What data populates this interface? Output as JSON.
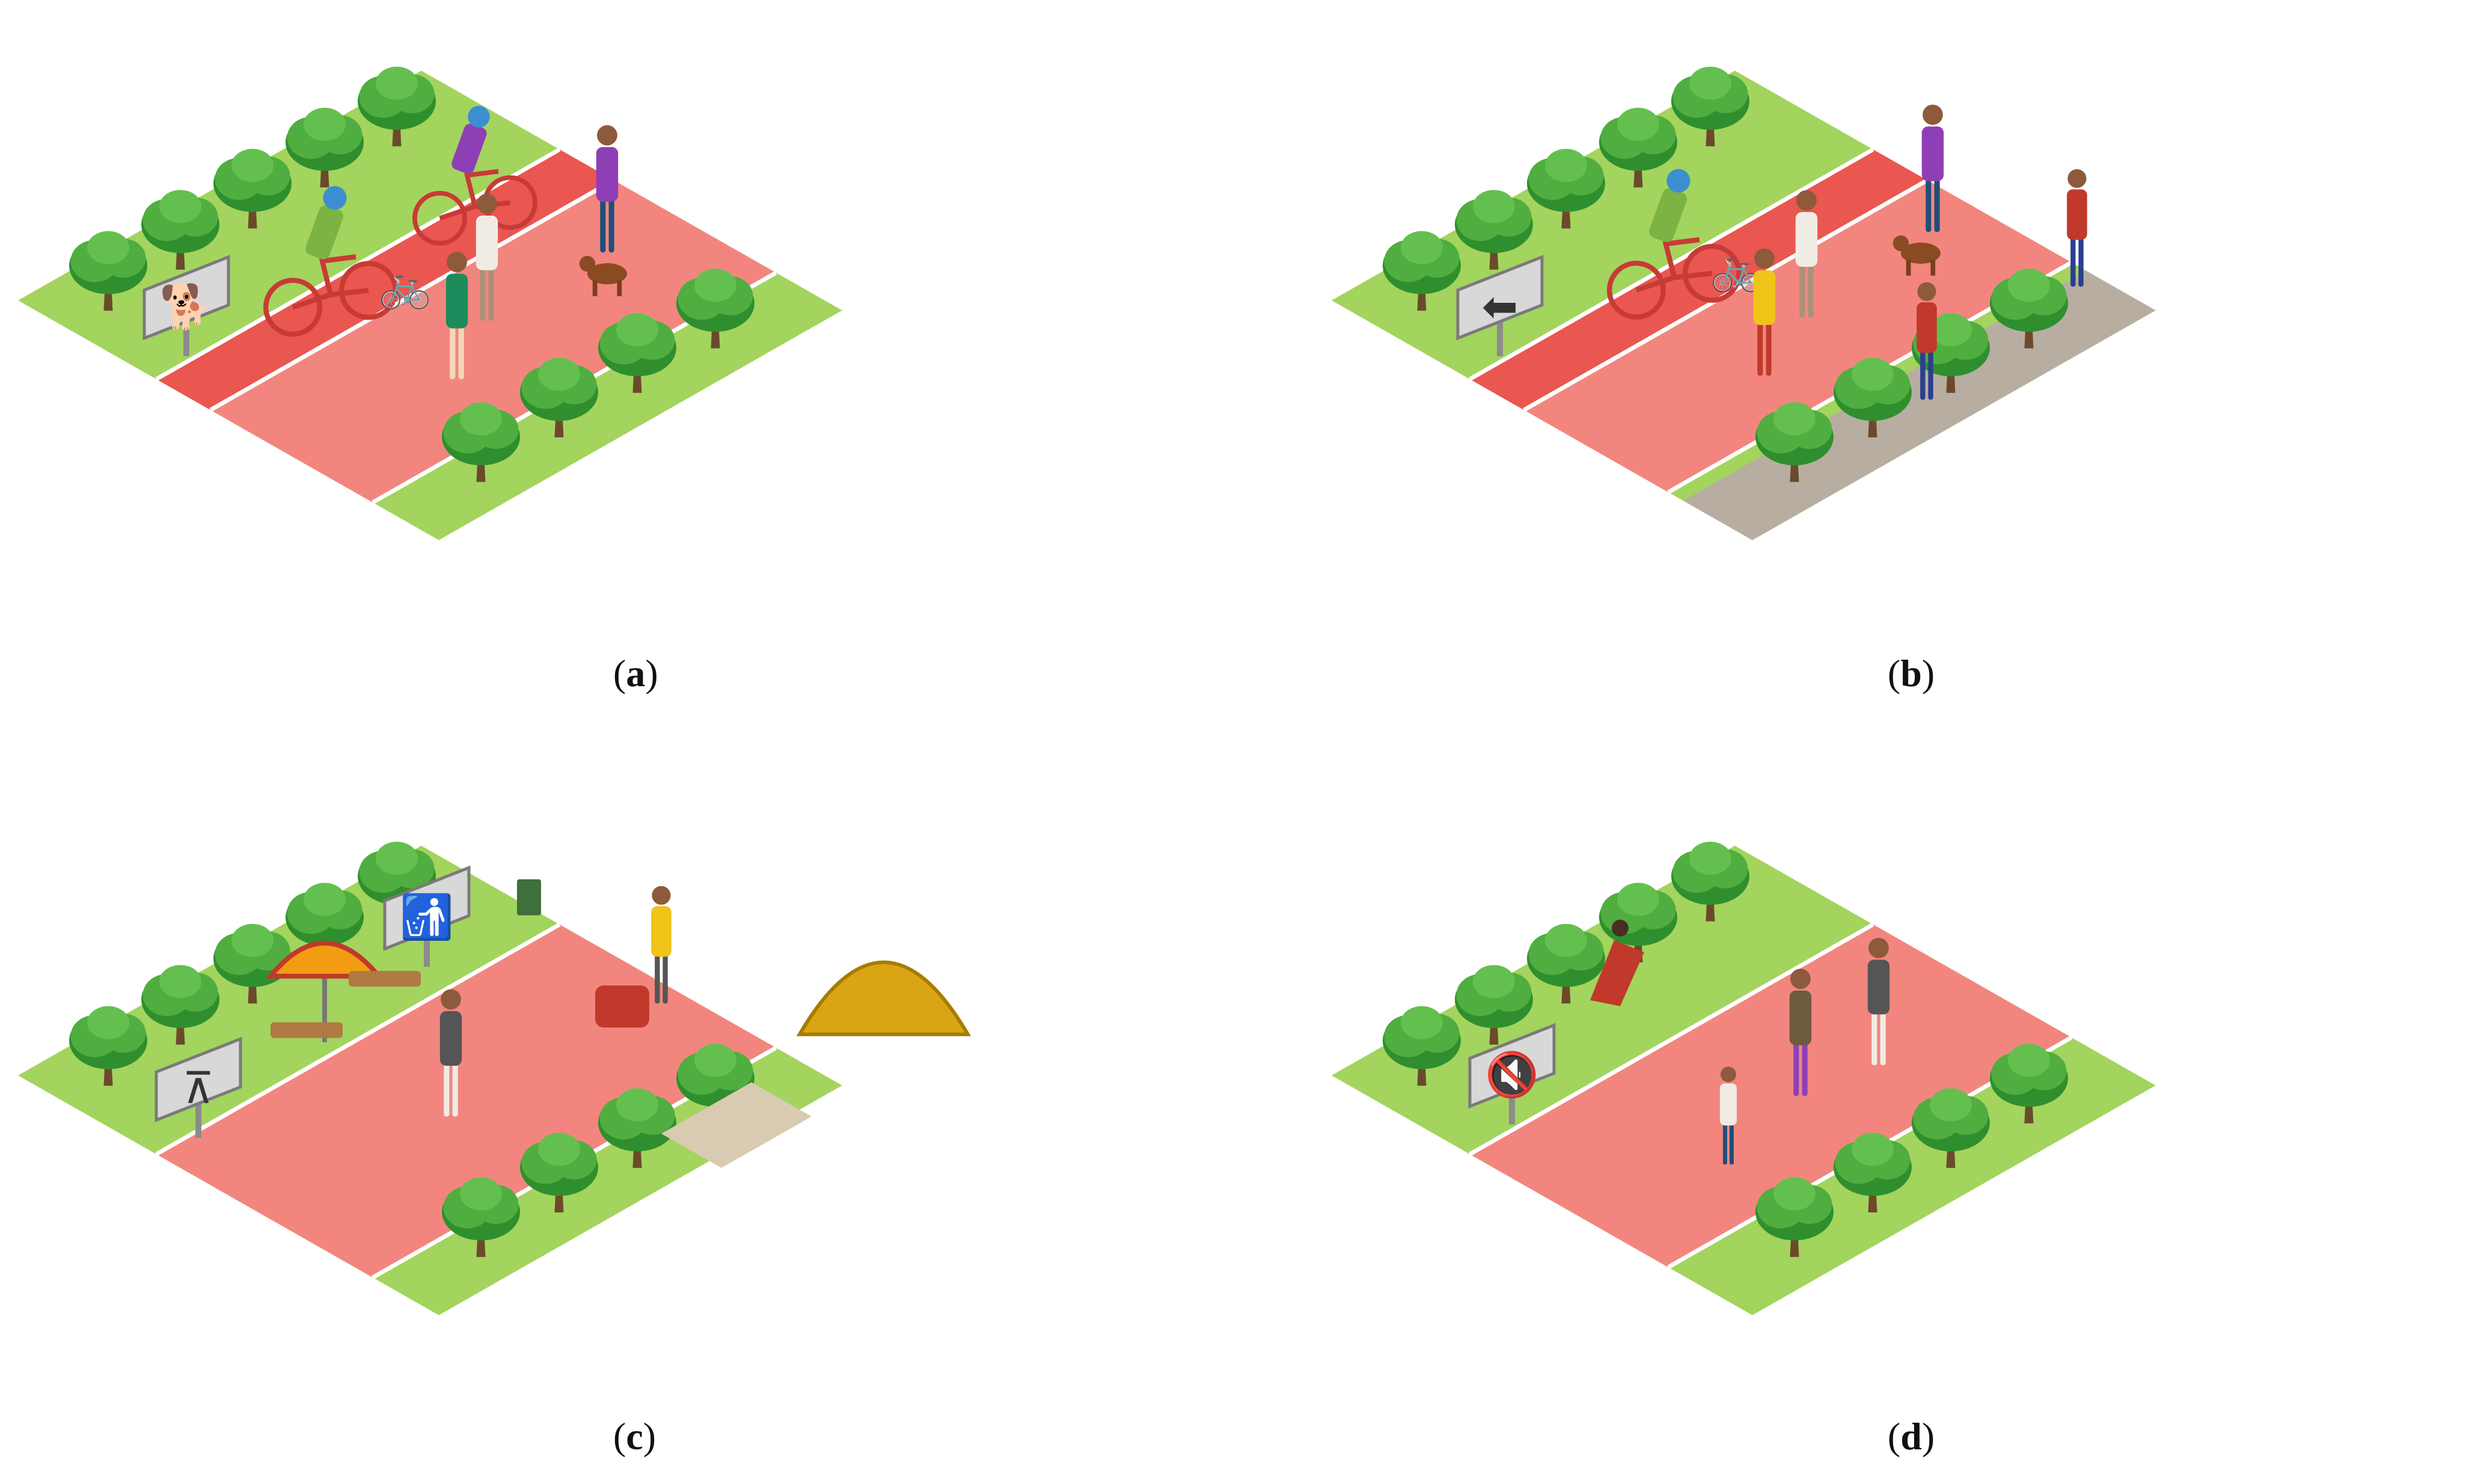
{
  "colors": {
    "grass": "#a3d45e",
    "grass_edge": "#8fc24c",
    "path": "#f2867f",
    "bike_lane": "#ea5650",
    "gravel": "#b7aea1",
    "sign": "#d8d8d8",
    "tree": "#4fae3f",
    "tree_dark": "#2f8f2e",
    "trunk": "#6b4a2b"
  },
  "panels": [
    {
      "label": "a",
      "icons": [
        "no-dog-sign-icon",
        "bicycle-icon",
        "cyclist-icon",
        "cyclist-icon",
        "walking-woman-icon",
        "walking-man-icon",
        "dog-walker-icon",
        "dog-icon"
      ]
    },
    {
      "label": "b",
      "icons": [
        "arrow-left-sign-icon",
        "bicycle-icon",
        "cyclist-icon",
        "walking-woman-icon",
        "walking-man-icon",
        "dog-walker-icon",
        "dog-icon",
        "runner-icon",
        "runner-icon"
      ]
    },
    {
      "label": "c",
      "icons": [
        "no-picnic-sign-icon",
        "no-littering-sign-icon",
        "parasol-icon",
        "sunbather-icon",
        "sunbather-icon",
        "trash-bin-icon",
        "floor-cleaner-icon",
        "tent-icon",
        "picnic-blanket-icon",
        "walking-man-icon"
      ]
    },
    {
      "label": "d",
      "icons": [
        "no-noise-sign-icon",
        "deck-chair-icon",
        "walking-man-icon",
        "walking-woman-icon",
        "child-icon"
      ]
    }
  ]
}
